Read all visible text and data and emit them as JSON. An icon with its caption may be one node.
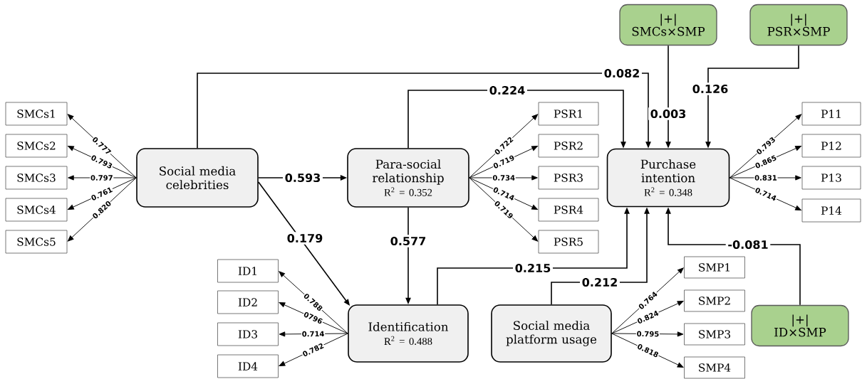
{
  "diagram": {
    "nodes": [
      {
        "text": [
          "Social media celebrities"
        ]
      },
      {
        "text": [
          "Para-social relationship",
          "R$^{2}$ = 0.352"
        ]
      },
      {
        "text": [
          "Purchase intention",
          "R$^{2}$ = 0.348"
        ]
      },
      {
        "text": [
          "Identification",
          "R$^{2}$ = 0.488"
        ]
      },
      {
        "text": [
          "Social media platform usage"
        ]
      },
      {
        "text": [
          "|+|",
          "SMCs×SMP"
        ]
      },
      {
        "text": [
          "|+|",
          "PSR×SMP"
        ]
      },
      {
        "text": [
          "|+|",
          "ID×SMP"
        ]
      },
      {
        "text": [
          "SMCs1"
        ]
      },
      {
        "text": [
          "SMCs2"
        ]
      },
      {
        "text": [
          "SMCs3"
        ]
      },
      {
        "text": [
          "SMCs4"
        ]
      },
      {
        "text": [
          "SMCs5"
        ]
      },
      {
        "text": [
          "PSR1"
        ]
      },
      {
        "text": [
          "PSR2"
        ]
      },
      {
        "text": [
          "PSR3"
        ]
      },
      {
        "text": [
          "PSR4"
        ]
      },
      {
        "text": [
          "PSR5"
        ]
      },
      {
        "text": [
          "P11"
        ]
      },
      {
        "text": [
          "P12"
        ]
      },
      {
        "text": [
          "P13"
        ]
      },
      {
        "text": [
          "P14"
        ]
      },
      {
        "text": [
          "ID1"
        ]
      },
      {
        "text": [
          "ID2"
        ]
      },
      {
        "text": [
          "ID3"
        ]
      },
      {
        "text": [
          "ID4"
        ]
      },
      {
        "text": [
          "SMP1"
        ]
      },
      {
        "text": [
          "SMP2"
        ]
      },
      {
        "text": [
          "SMP3"
        ]
      },
      {
        "text": [
          "SMP4"
        ]
      }
    ],
    "edges": [
      {
        "from": 0,
        "to": 8,
        "arrow": "to",
        "label": "0.777"
      },
      {
        "from": 0,
        "to": 9,
        "arrow": "to",
        "label": "0.793"
      },
      {
        "from": 0,
        "to": 10,
        "arrow": "to",
        "label": "0.797"
      },
      {
        "from": 0,
        "to": 11,
        "arrow": "to",
        "label": "0.761"
      },
      {
        "from": 0,
        "to": 12,
        "arrow": "to",
        "label": "0.820"
      },
      {
        "from": 0,
        "to": 1,
        "arrow": "to",
        "label": "0.593"
      },
      {
        "from": 0,
        "to": 3,
        "arrow": "to",
        "label": "0.179"
      },
      {
        "from": 0,
        "to": 2,
        "arrow": "to",
        "label": "0.082"
      },
      {
        "from": 1,
        "to": 2,
        "arrow": "to",
        "label": "0.224"
      },
      {
        "from": 1,
        "to": 13,
        "arrow": "to",
        "label": "0.722"
      },
      {
        "from": 1,
        "to": 14,
        "arrow": "to",
        "label": "0.719"
      },
      {
        "from": 1,
        "to": 15,
        "arrow": "to",
        "label": "0.734"
      },
      {
        "from": 1,
        "to": 16,
        "arrow": "to",
        "label": "0.714"
      },
      {
        "from": 1,
        "to": 17,
        "arrow": "to",
        "label": "0.719"
      },
      {
        "from": 1,
        "to": 3,
        "arrow": "to",
        "label": "0.577"
      },
      {
        "from": 5,
        "to": 2,
        "arrow": "to",
        "label": "0.003"
      },
      {
        "from": 6,
        "to": 2,
        "arrow": "to",
        "label": "0.126"
      },
      {
        "from": 2,
        "to": 18,
        "arrow": "to",
        "label": "0.793"
      },
      {
        "from": 2,
        "to": 19,
        "arrow": "to",
        "label": "0.865"
      },
      {
        "from": 2,
        "to": 20,
        "arrow": "to",
        "label": "0.831"
      },
      {
        "from": 2,
        "to": 21,
        "arrow": "to",
        "label": "0.714"
      },
      {
        "from": 3,
        "to": 2,
        "arrow": "to",
        "label": "0.215"
      },
      {
        "from": 4,
        "to": 2,
        "arrow": "to",
        "label": "0.212"
      },
      {
        "from": 7,
        "to": 2,
        "arrow": "to",
        "label": "-0.081"
      },
      {
        "from": 3,
        "to": 22,
        "arrow": "to",
        "label": "0.788"
      },
      {
        "from": 3,
        "to": 23,
        "arrow": "to",
        "label": "0796"
      },
      {
        "from": 3,
        "to": 24,
        "arrow": "to",
        "label": "0.714"
      },
      {
        "from": 3,
        "to": 25,
        "arrow": "to",
        "label": "0.782"
      },
      {
        "from": 4,
        "to": 26,
        "arrow": "to",
        "label": "0.764"
      },
      {
        "from": 4,
        "to": 27,
        "arrow": "to",
        "label": "0.824"
      },
      {
        "from": 4,
        "to": 28,
        "arrow": "to",
        "label": "0.795"
      },
      {
        "from": 4,
        "to": 29,
        "arrow": "to",
        "label": "0.818"
      }
    ]
  }
}
